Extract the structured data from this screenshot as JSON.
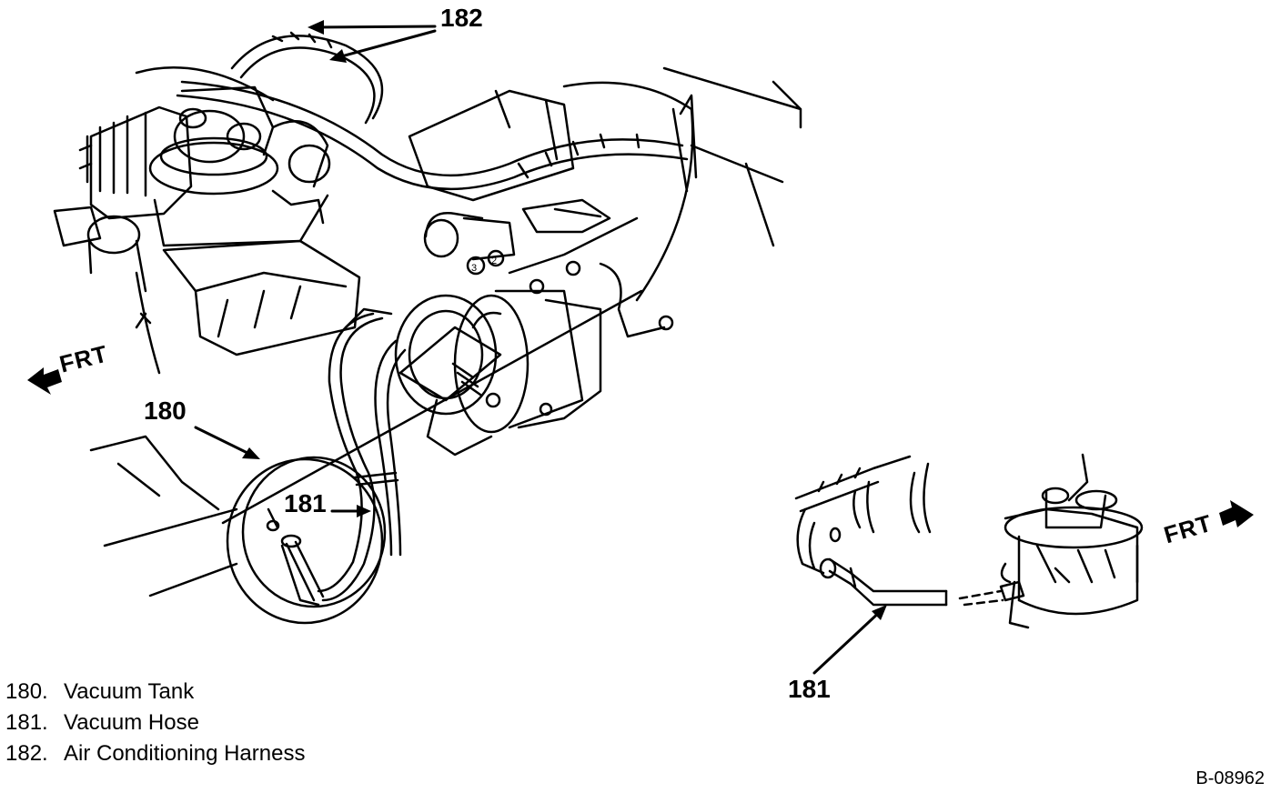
{
  "callouts": {
    "c182": "182",
    "c180": "180",
    "c181a": "181",
    "c181b": "181"
  },
  "frt_left": "FRT",
  "frt_right": "FRT",
  "legend": [
    {
      "num": "180.",
      "text": "Vacuum Tank"
    },
    {
      "num": "181.",
      "text": "Vacuum Hose"
    },
    {
      "num": "182.",
      "text": "Air Conditioning Harness"
    }
  ],
  "figure_id": "B-08962",
  "icons": [
    "front-arrow-icon"
  ],
  "colors": {
    "ink": "#000000",
    "paper": "#ffffff"
  }
}
